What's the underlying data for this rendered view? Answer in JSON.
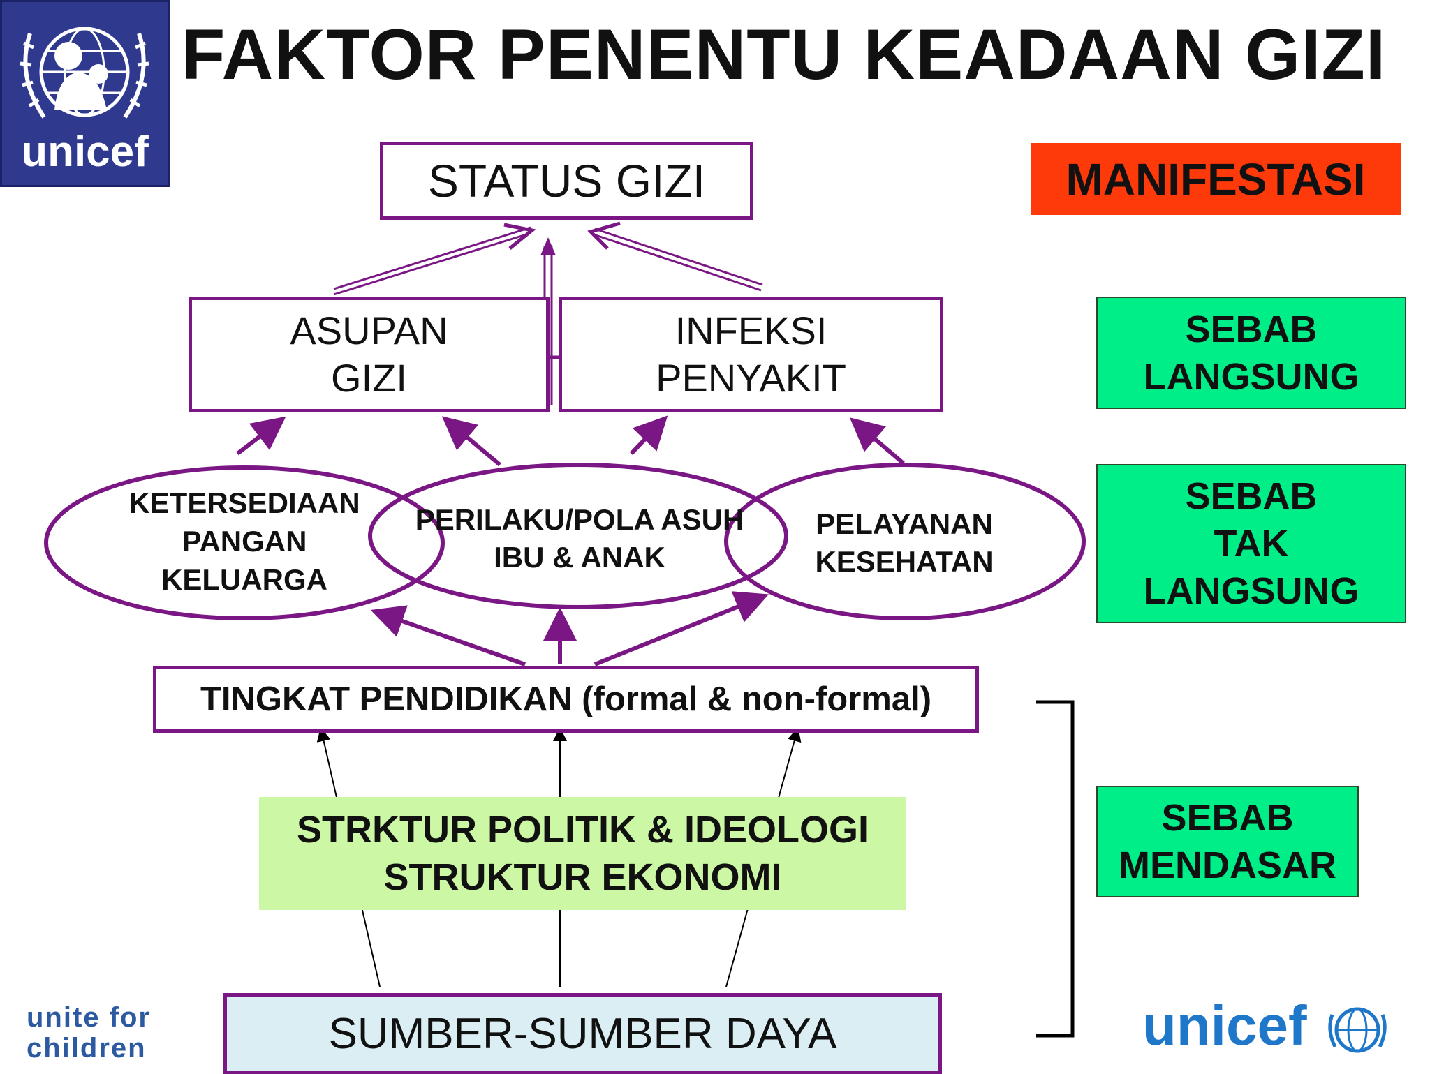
{
  "title": "FAKTOR PENENTU KEADAAN GIZI",
  "logo_top_left": {
    "wordmark": "unicef",
    "icon": "unicef-emblem-icon"
  },
  "boxes": {
    "status_gizi": "STATUS GIZI",
    "asupan_gizi": "ASUPAN\nGIZI",
    "infeksi_penyakit": "INFEKSI\nPENYAKIT",
    "tingkat_pendidikan": "TINGKAT PENDIDIKAN (formal & non-formal)",
    "sumber_daya": "SUMBER-SUMBER DAYA"
  },
  "ellipses": {
    "ketersediaan": "KETERSEDIAAN\nPANGAN\nKELUARGA",
    "perilaku": "PERILAKU/POLA ASUH\nIBU & ANAK",
    "pelayanan": "PELAYANAN\nKESEHATAN"
  },
  "struktur": "STRKTUR POLITIK & IDEOLOGI\nSTRUKTUR EKONOMI",
  "tags": {
    "manifestasi": "MANIFESTASI",
    "sebab_langsung": "SEBAB\nLANGSUNG",
    "sebab_tak_langsung": "SEBAB\nTAK\nLANGSUNG",
    "sebab_mendasar": "SEBAB\nMENDASAR"
  },
  "footer": {
    "unite_for_children": "unite for\nchildren",
    "unicef_logo": "unicef",
    "globe_icon": "unicef-globe-icon"
  },
  "colors": {
    "purple": "#7a1784",
    "manifestasi_bg": "#ff3a0a",
    "sebab_bg": "#00ee88",
    "struktur_bg": "#ccf7a4",
    "sumber_bg": "#dbeef4",
    "unicef_blue": "#2f3a8f"
  }
}
